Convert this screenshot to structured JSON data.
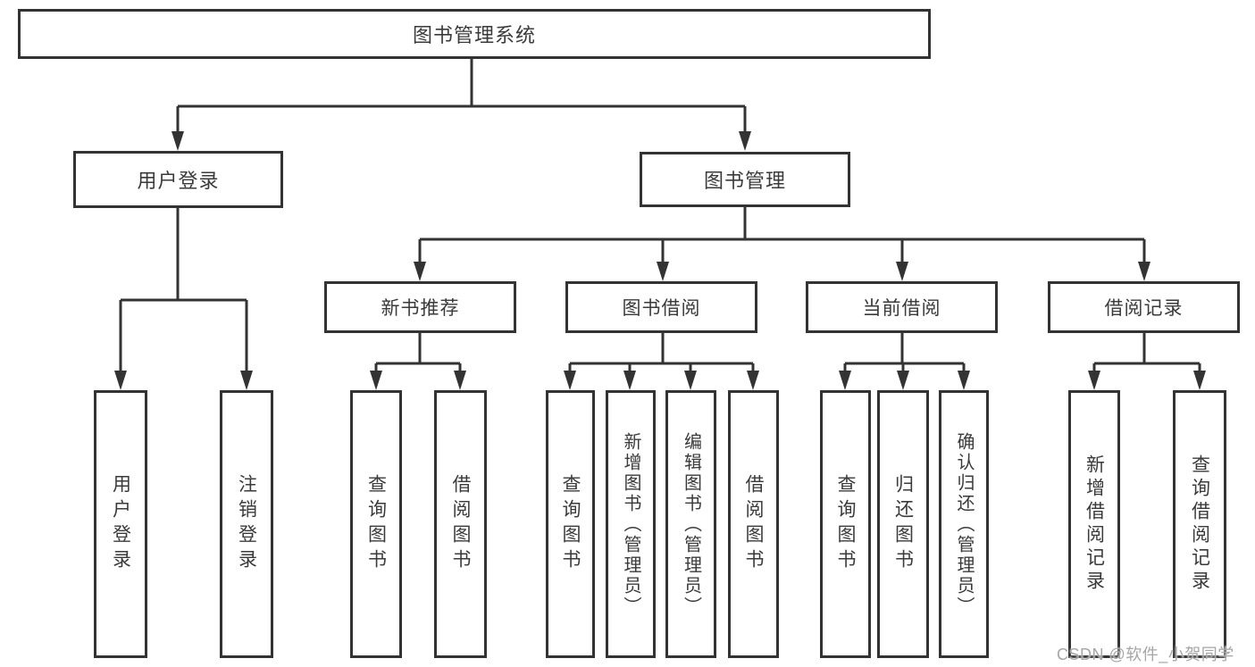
{
  "tree": {
    "root": {
      "label": "图书管理系统",
      "children": [
        {
          "label": "用户登录",
          "children": [
            {
              "label": "用户登录"
            },
            {
              "label": "注销登录"
            }
          ]
        },
        {
          "label": "图书管理",
          "children": [
            {
              "label": "新书推荐",
              "children": [
                {
                  "label": "查询图书"
                },
                {
                  "label": "借阅图书"
                }
              ]
            },
            {
              "label": "图书借阅",
              "children": [
                {
                  "label": "查询图书"
                },
                {
                  "label": "新增图书（管理员）"
                },
                {
                  "label": "编辑图书（管理员）"
                },
                {
                  "label": "借阅图书"
                }
              ]
            },
            {
              "label": "当前借阅",
              "children": [
                {
                  "label": "查询图书"
                },
                {
                  "label": "归还图书"
                },
                {
                  "label": "确认归还（管理员）"
                }
              ]
            },
            {
              "label": "借阅记录",
              "children": [
                {
                  "label": "新增借阅记录"
                },
                {
                  "label": "查询借阅记录"
                }
              ]
            }
          ]
        }
      ]
    }
  },
  "watermark": "CSDN @软件_小贺同学",
  "colors": {
    "line": "#333333",
    "text": "#3a3a3a",
    "background": "#ffffff",
    "watermark": "#a6a6a6"
  }
}
